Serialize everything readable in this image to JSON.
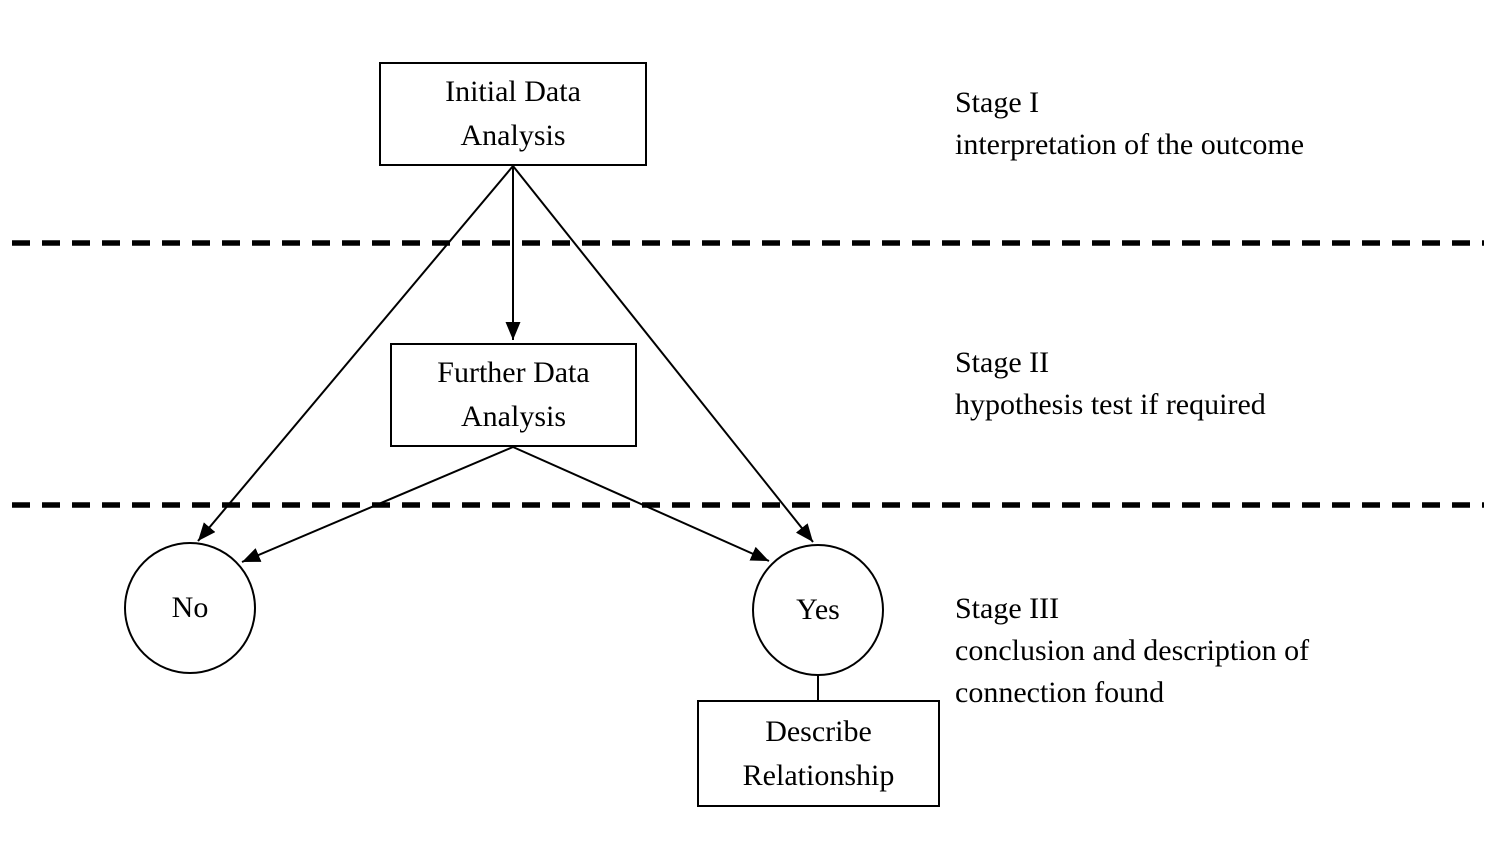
{
  "nodes": {
    "initial": {
      "line1": "Initial Data",
      "line2": "Analysis"
    },
    "further": {
      "line1": "Further Data",
      "line2": "Analysis"
    },
    "no": {
      "label": "No"
    },
    "yes": {
      "label": "Yes"
    },
    "describe": {
      "line1": "Describe",
      "line2": "Relationship"
    }
  },
  "stages": [
    {
      "title": "Stage I",
      "lines": [
        "interpretation of the outcome"
      ]
    },
    {
      "title": "Stage II",
      "lines": [
        "hypothesis test if required"
      ]
    },
    {
      "title": "Stage III",
      "lines": [
        "conclusion and description of",
        "connection found"
      ]
    }
  ],
  "colors": {
    "ink": "#000000",
    "background": "#ffffff"
  }
}
